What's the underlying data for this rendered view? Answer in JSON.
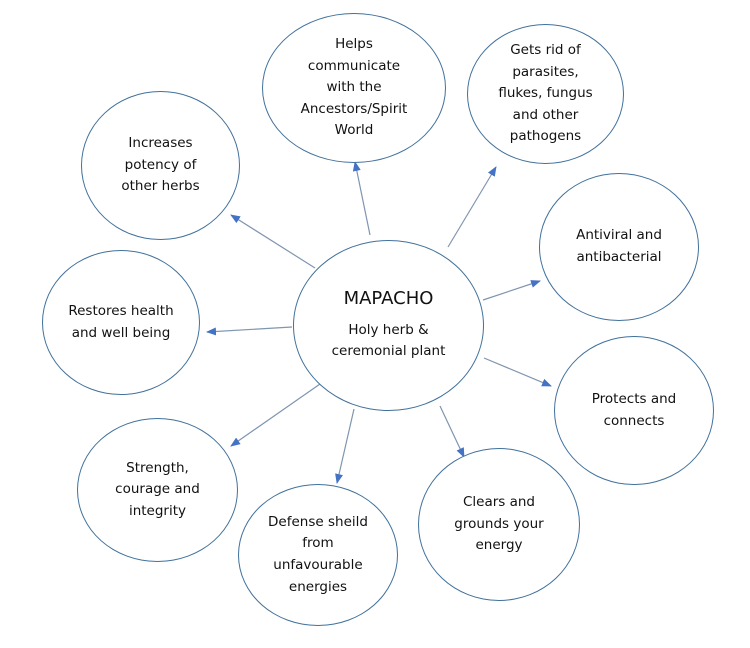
{
  "diagram": {
    "center": {
      "title": "MAPACHO",
      "subtitle": "Holy herb &\nceremonial plant"
    },
    "nodes": [
      {
        "id": "ancestors",
        "label": "Helps\ncommunicate\nwith the\nAncestors/Spirit\nWorld"
      },
      {
        "id": "parasites",
        "label": "Gets rid of\nparasites,\nflukes, fungus\nand other\npathogens"
      },
      {
        "id": "potency",
        "label": "Increases\npotency of\nother herbs"
      },
      {
        "id": "antiviral",
        "label": "Antiviral and\nantibacterial"
      },
      {
        "id": "health",
        "label": "Restores health\nand well being"
      },
      {
        "id": "protects",
        "label": "Protects and\nconnects"
      },
      {
        "id": "strength",
        "label": "Strength,\ncourage and\nintegrity"
      },
      {
        "id": "clears",
        "label": "Clears and\ngrounds your\nenergy"
      },
      {
        "id": "defense",
        "label": "Defense sheild\nfrom\nunfavourable\nenergies"
      }
    ],
    "colors": {
      "outline": "#41719c",
      "arrow": "#7f95b0",
      "arrowhead": "#4472c4",
      "text": "#111111"
    }
  }
}
